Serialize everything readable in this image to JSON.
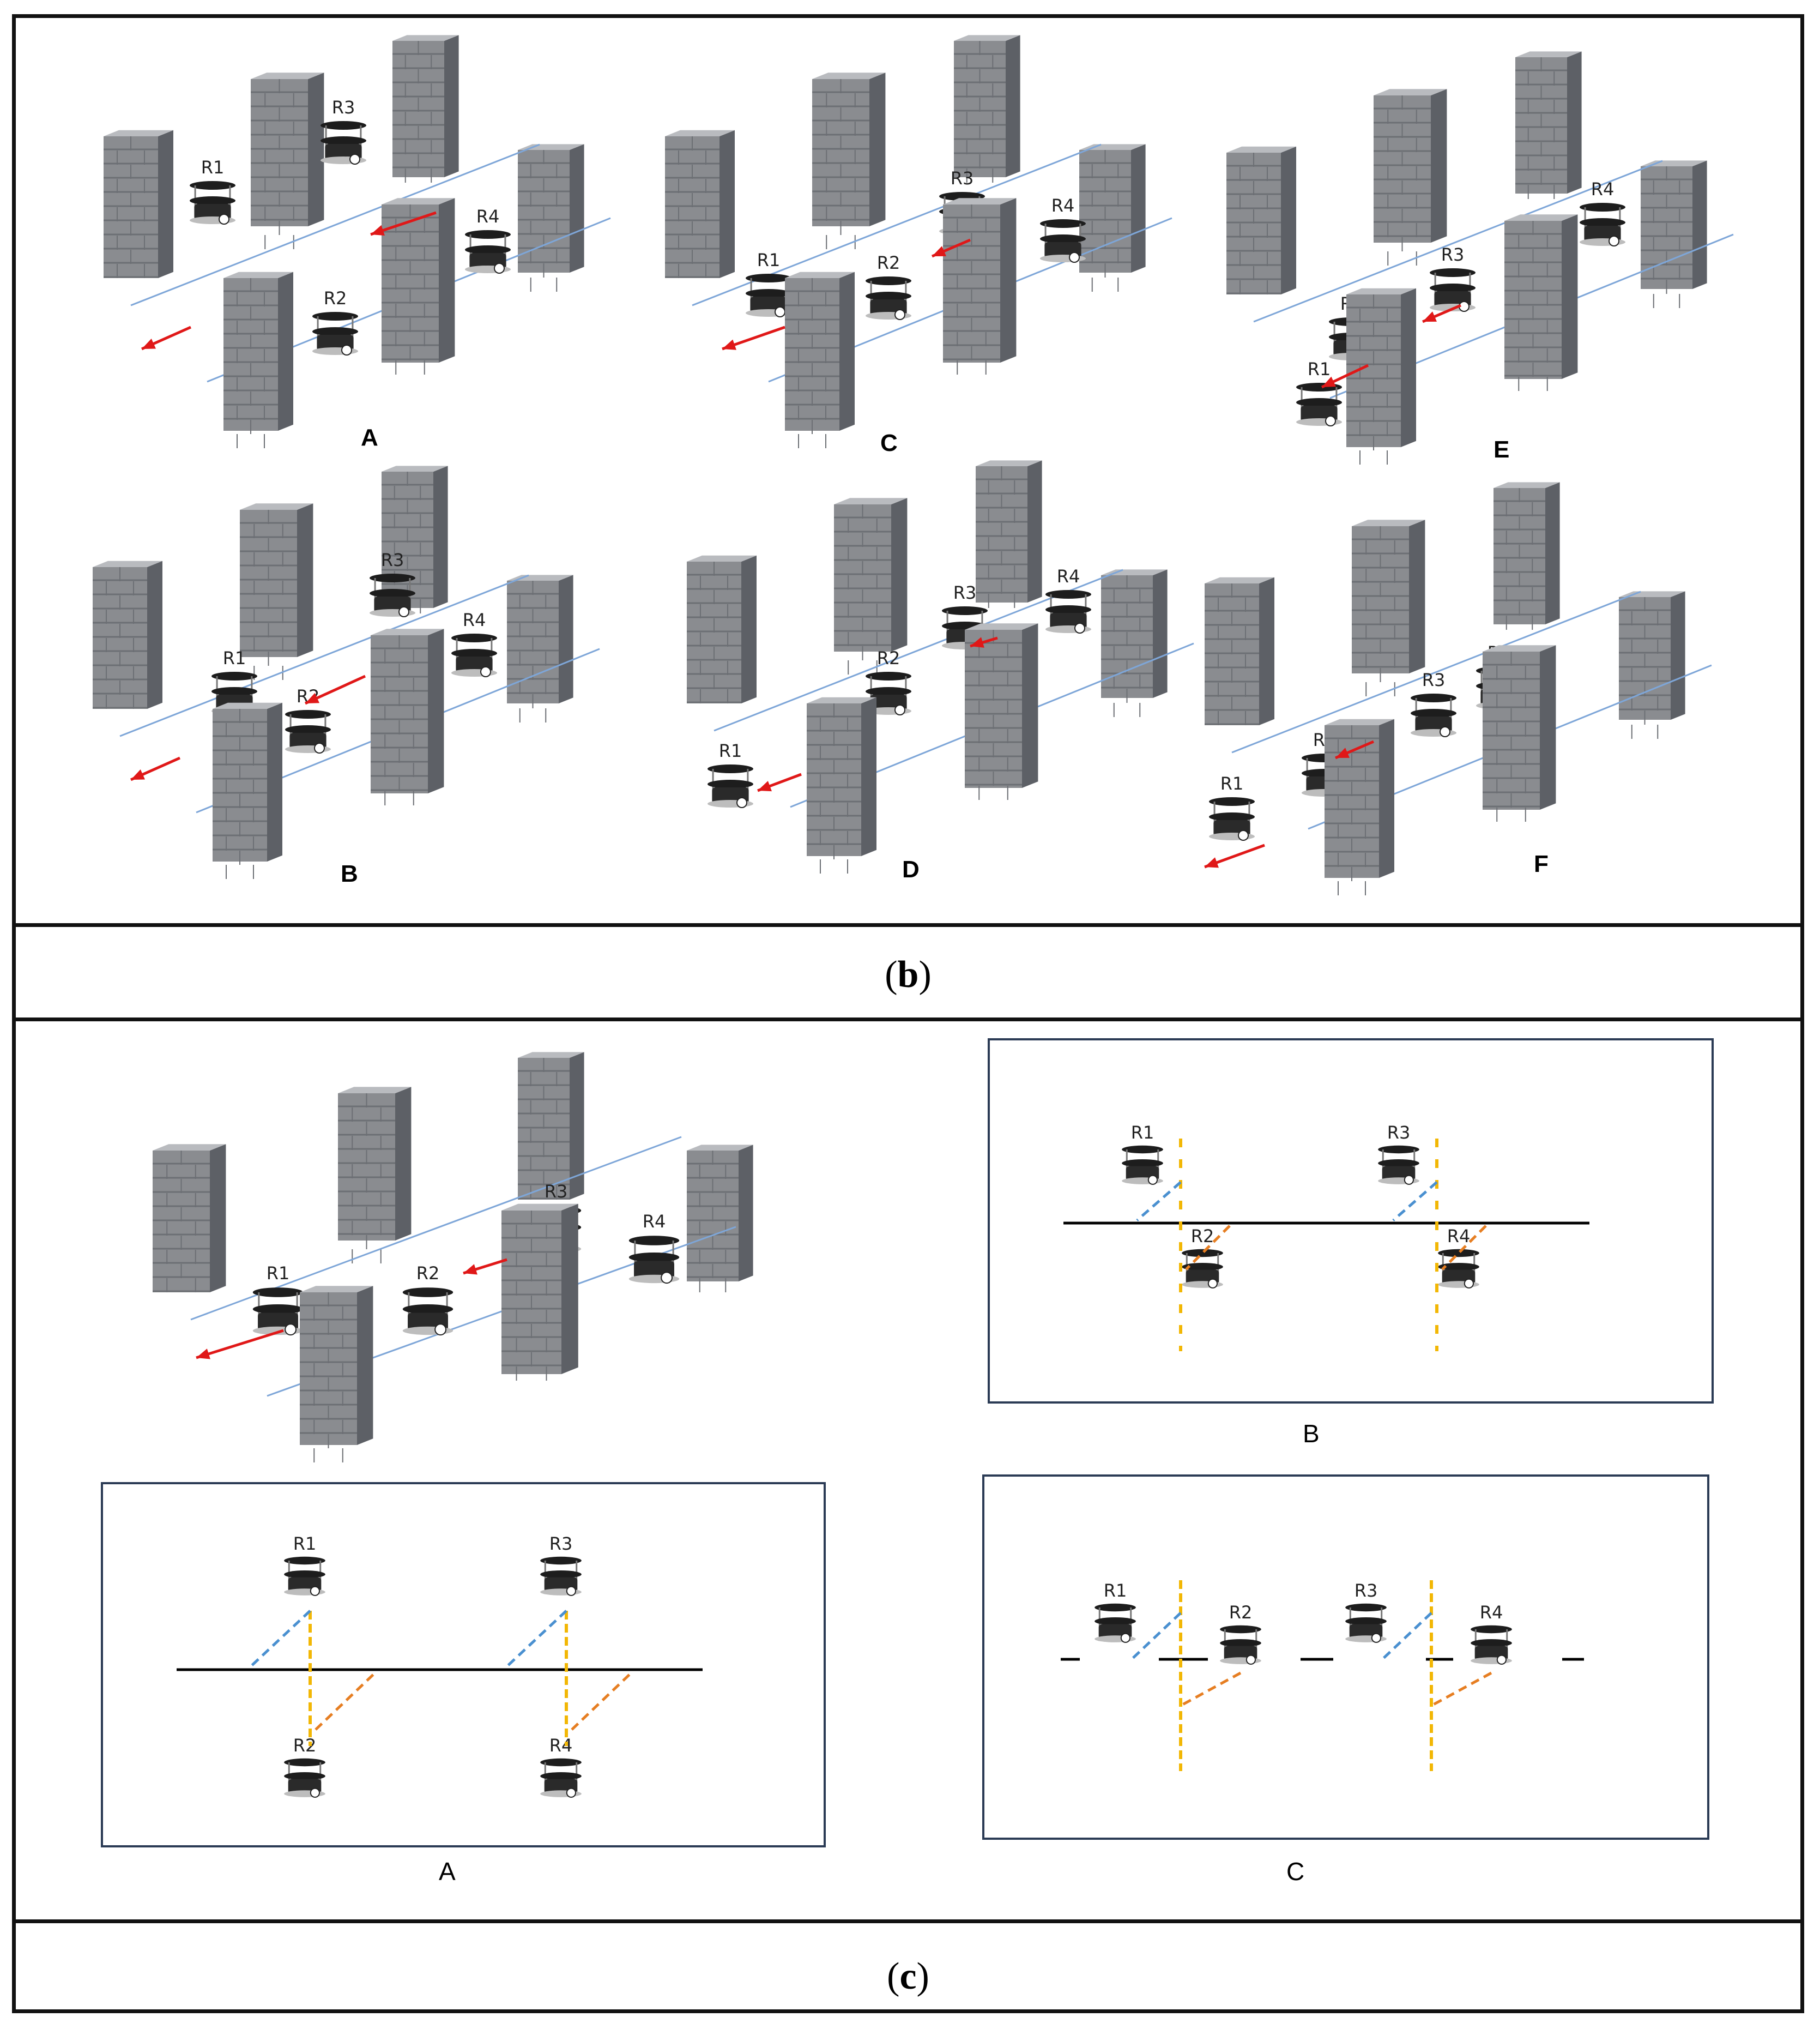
{
  "captions": {
    "b": {
      "open": "(",
      "letter": "b",
      "close": ")"
    },
    "c": {
      "open": "(",
      "letter": "c",
      "close": ")"
    }
  },
  "panel_b": {
    "scenes": [
      {
        "id": "A",
        "label": "A",
        "robots": [
          "R1",
          "R2",
          "R3",
          "R4"
        ]
      },
      {
        "id": "B",
        "label": "B",
        "robots": [
          "R1",
          "R2",
          "R3",
          "R4"
        ]
      },
      {
        "id": "C",
        "label": "C",
        "robots": [
          "R1",
          "R2",
          "R3",
          "R4"
        ]
      },
      {
        "id": "D",
        "label": "D",
        "robots": [
          "R1",
          "R2",
          "R3",
          "R4"
        ]
      },
      {
        "id": "E",
        "label": "E",
        "robots": [
          "R1",
          "R2",
          "R3",
          "R4"
        ]
      },
      {
        "id": "F",
        "label": "F",
        "robots": [
          "R1",
          "R2",
          "R3",
          "R4"
        ]
      }
    ]
  },
  "panel_c": {
    "scene": {
      "robots": [
        "R1",
        "R2",
        "R3",
        "R4"
      ]
    },
    "diagrams": [
      {
        "id": "A",
        "label": "A",
        "robots": [
          "R1",
          "R2",
          "R3",
          "R4"
        ]
      },
      {
        "id": "B",
        "label": "B",
        "robots": [
          "R1",
          "R2",
          "R3",
          "R4"
        ]
      },
      {
        "id": "C",
        "label": "C",
        "robots": [
          "R1",
          "R2",
          "R3",
          "R4"
        ]
      }
    ]
  },
  "colors": {
    "pillar": "#8a8c90",
    "pillar_dark": "#5d6066",
    "robot": "#1d1d1d",
    "track": "#7ea6d8",
    "arrow": "#e01818",
    "blue_dash": "#4a90d0",
    "orange_dash": "#e67e22",
    "yellow_dash": "#f2b705",
    "frame": "#111111"
  }
}
